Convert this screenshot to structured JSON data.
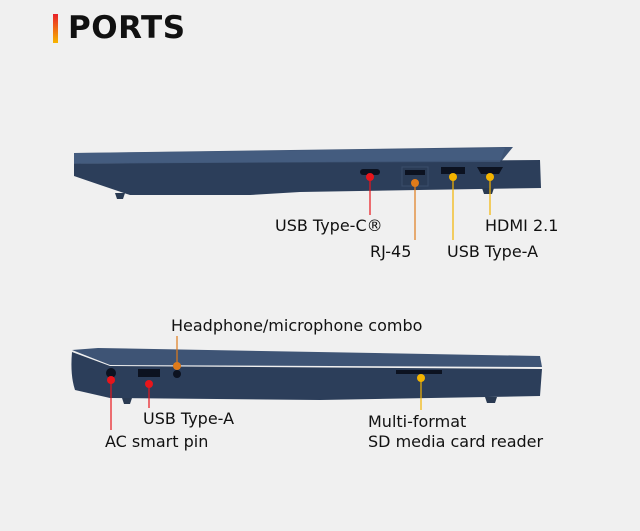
{
  "title": "PORTS",
  "colors": {
    "red": "#e8151b",
    "orange": "#e07b1a",
    "yellow": "#f4b400",
    "chassis": "#2f4260",
    "background": "#f0f0f0"
  },
  "right_side": {
    "ports": [
      {
        "label": "USB Type-C®",
        "color": "red"
      },
      {
        "label": "RJ-45",
        "color": "orange"
      },
      {
        "label": "USB Type-A",
        "color": "yellow"
      },
      {
        "label": "HDMI 2.1",
        "color": "yellow"
      }
    ]
  },
  "left_side": {
    "ports": [
      {
        "label": "AC smart pin",
        "color": "red"
      },
      {
        "label": "USB Type-A",
        "color": "red"
      },
      {
        "label": "Headphone/microphone combo",
        "color": "orange"
      },
      {
        "label": "Multi-format",
        "label2": "SD media card reader",
        "color": "yellow"
      }
    ]
  }
}
